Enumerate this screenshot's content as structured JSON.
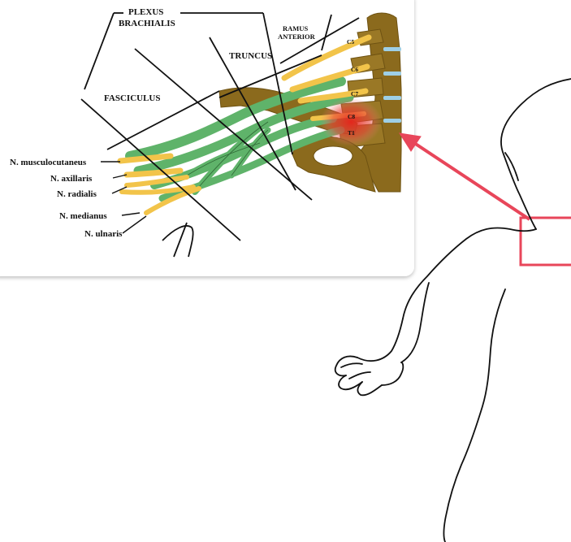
{
  "diagram": {
    "top_labels": {
      "plexus_line1": "PLEXUS",
      "plexus_line2": "BRACHIALIS",
      "ramus_line1": "RAMUS",
      "ramus_line2": "ANTERIOR",
      "truncus": "TRUNCUS",
      "fasciculus": "FASCICULUS"
    },
    "vertebra_labels": [
      "C5",
      "C6",
      "C7",
      "C8",
      "T1"
    ],
    "nerves": [
      "N. musculocutaneus",
      "N. axillaris",
      "N. radialis",
      "N. medianus",
      "N. ulnaris"
    ],
    "colors": {
      "roots": "#f2c44a",
      "cords": "#5fb36a",
      "bone": "#8b6a1d",
      "lesion": "#e03a2c",
      "callout": "#e8465a",
      "disc": "#9ecfe6"
    }
  }
}
